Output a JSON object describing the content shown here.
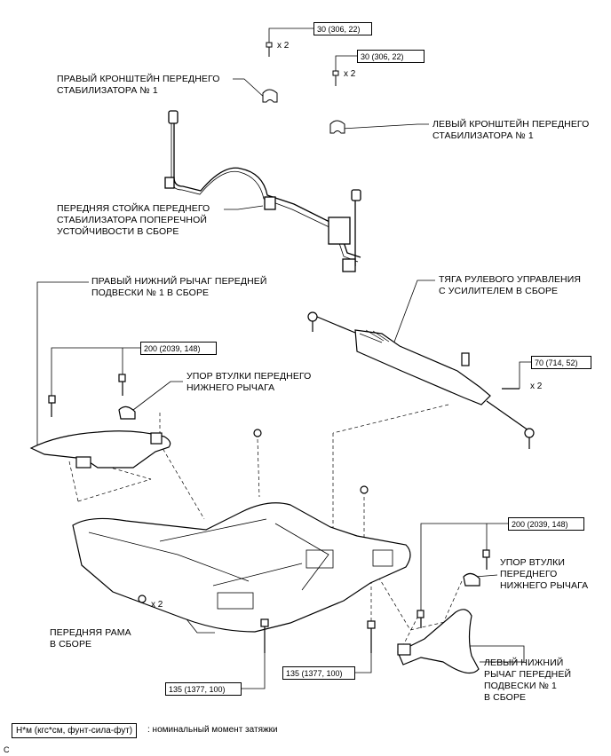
{
  "labels": {
    "right_bracket": "ПРАВЫЙ КРОНШТЕЙН ПЕРЕДНЕГО\nСТАБИЛИЗАТОРА № 1",
    "left_bracket": "ЛЕВЫЙ КРОНШТЕЙН ПЕРЕДНЕГО\nСТАБИЛИЗАТОРА № 1",
    "stabilizer_bar": "ПЕРЕДНЯЯ СТОЙКА ПЕРЕДНЕГО\nСТАБИЛИЗАТОРА ПОПЕРЕЧНОЙ\nУСТОЙЧИВОСТИ В СБОРЕ",
    "right_lower_arm": "ПРАВЫЙ НИЖНИЙ РЫЧАГ ПЕРЕДНЕЙ\nПОДВЕСКИ № 1 В СБОРЕ",
    "steering_rack": "ТЯГА РУЛЕВОГО УПРАВЛЕНИЯ\nС УСИЛИТЕЛЕМ В СБОРЕ",
    "right_bushing_stopper": "УПОР ВТУЛКИ ПЕРЕДНЕГО\nНИЖНЕГО РЫЧАГА",
    "left_bushing_stopper": "УПОР ВТУЛКИ\nПЕРЕДНЕГО\nНИЖНЕГО РЫЧАГА",
    "front_frame": "ПЕРЕДНЯЯ РАМА\nВ СБОРЕ",
    "left_lower_arm": "ЛЕВЫЙ НИЖНИЙ\nРЫЧАГ ПЕРЕДНЕЙ\nПОДВЕСКИ № 1\nВ СБОРЕ"
  },
  "torques": {
    "t1": "30 (306, 22)",
    "t2": "30 (306, 22)",
    "t3": "70 (714, 52)",
    "t4": "200 (2039, 148)",
    "t5": "200 (2039, 148)",
    "t6": "135 (1377, 100)",
    "t7": "135 (1377, 100)"
  },
  "quantities": {
    "q1": "x 2",
    "q2": "x 2",
    "q3": "x 2",
    "q4": "x 2"
  },
  "legend": {
    "unit": "Н*м (кгс*см, фунт-сила-фут)",
    "description": ": номинальный момент затяжки"
  },
  "corner_mark": "C"
}
